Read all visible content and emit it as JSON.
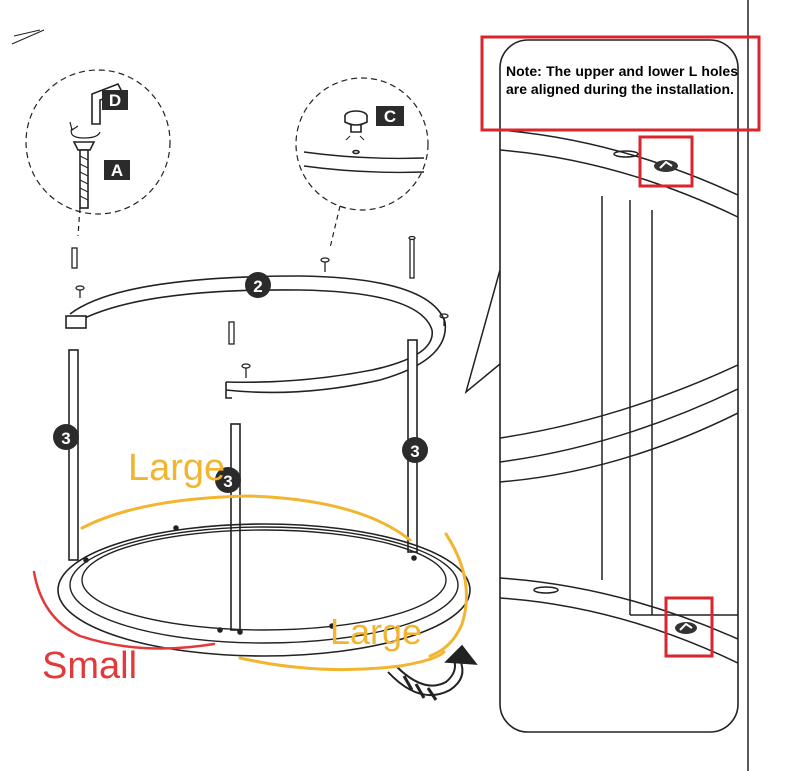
{
  "note": {
    "text": "Note: The upper and lower L holes are aligned during the installation."
  },
  "callouts": {
    "hex_key": "D",
    "bolt": "A",
    "cap": "C"
  },
  "part_numbers": {
    "top_ring": "2",
    "leg_left": "3",
    "leg_center": "3",
    "leg_right": "3"
  },
  "annotations": {
    "large_top": "Large",
    "large_bottom": "Large",
    "small": "Small"
  },
  "colors": {
    "line": "#222222",
    "highlight_box": "#d9262c",
    "marker_yellow": "#f2b530",
    "marker_red": "#e23a3a",
    "badge": "#2b2b2b"
  },
  "icons": {
    "rotate_arrow": "curved-arrow-icon",
    "hole_marker": "L-hole-icon"
  }
}
